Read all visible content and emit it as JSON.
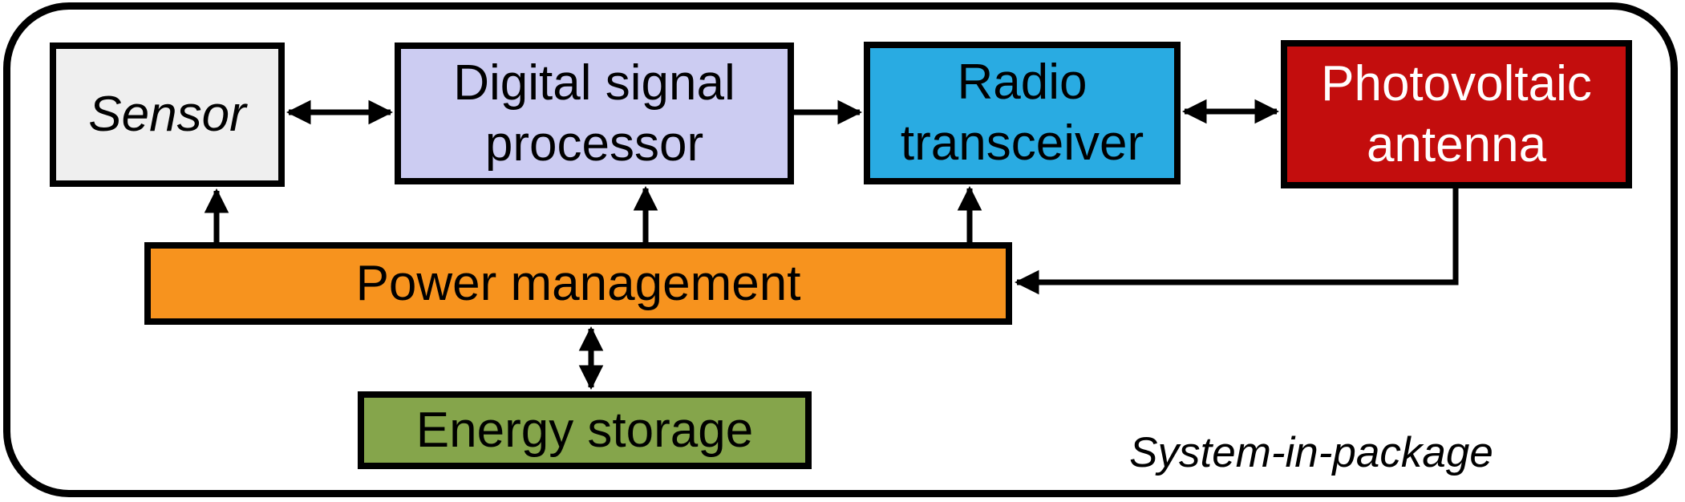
{
  "diagram": {
    "title": "System-in-package",
    "blocks": [
      {
        "id": "sensor",
        "label": "Sensor",
        "fill": "#EFEFEF",
        "text_color": "#000000",
        "italic": true
      },
      {
        "id": "dsp",
        "label": "Digital signal processor",
        "fill": "#CCCCF2",
        "text_color": "#000000",
        "italic": false
      },
      {
        "id": "radio",
        "label": "Radio transceiver",
        "fill": "#29ABE2",
        "text_color": "#000000",
        "italic": false
      },
      {
        "id": "pv",
        "label": "Photovoltaic antenna",
        "fill": "#C30D0D",
        "text_color": "#FFFFFF",
        "italic": false
      },
      {
        "id": "power",
        "label": "Power management",
        "fill": "#F7931E",
        "text_color": "#000000",
        "italic": false
      },
      {
        "id": "energy",
        "label": "Energy storage",
        "fill": "#85A54B",
        "text_color": "#000000",
        "italic": false
      }
    ],
    "connections": [
      {
        "from": "sensor",
        "to": "dsp",
        "direction": "bidirectional"
      },
      {
        "from": "dsp",
        "to": "radio",
        "direction": "unidirectional"
      },
      {
        "from": "radio",
        "to": "pv",
        "direction": "bidirectional"
      },
      {
        "from": "power",
        "to": "sensor",
        "direction": "unidirectional"
      },
      {
        "from": "power",
        "to": "dsp",
        "direction": "unidirectional"
      },
      {
        "from": "power",
        "to": "radio",
        "direction": "unidirectional"
      },
      {
        "from": "pv",
        "to": "power",
        "direction": "unidirectional"
      },
      {
        "from": "power",
        "to": "energy",
        "direction": "bidirectional"
      }
    ],
    "line_color": "#000000",
    "background": "#FFFFFF"
  }
}
